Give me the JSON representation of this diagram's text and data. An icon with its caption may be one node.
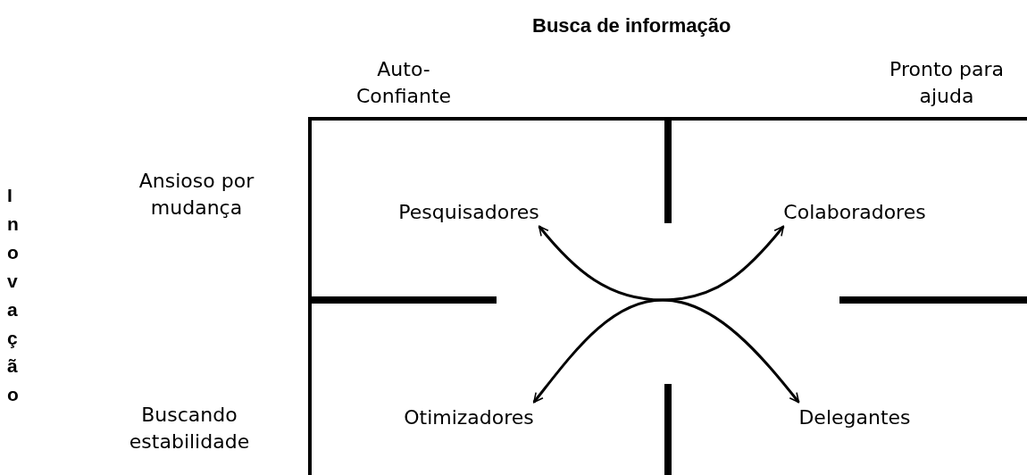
{
  "diagram": {
    "title": "Busca de informação",
    "nodes": [
      {
        "text": [
          "Pesquisadores"
        ]
      },
      {
        "text": [
          "Colaboradores"
        ]
      },
      {
        "text": [
          "Otimizadores"
        ]
      },
      {
        "text": [
          "Delegantes"
        ]
      }
    ],
    "edges": [
      {
        "from": null,
        "to": 0,
        "arrow": "to"
      },
      {
        "from": null,
        "to": 1,
        "arrow": "to"
      },
      {
        "from": null,
        "to": 2,
        "arrow": "to"
      },
      {
        "from": null,
        "to": 3,
        "arrow": "to"
      }
    ],
    "labels": [
      "Auto- Confiante",
      "Pronto para ajuda",
      "Ansioso por mudança",
      "Buscando estabilidade",
      "Inovação"
    ]
  }
}
